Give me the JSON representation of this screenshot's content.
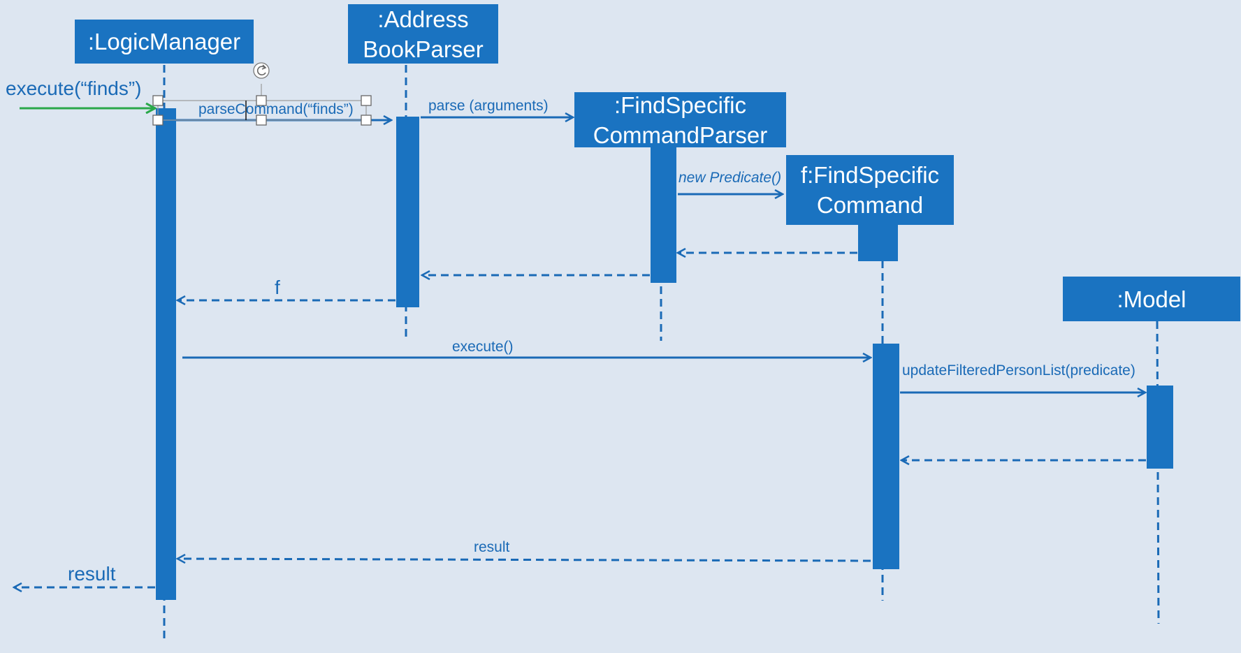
{
  "colors": {
    "background": "#dde6f1",
    "actor_fill": "#1a73c1",
    "actor_text": "#ffffff",
    "line": "#1a6ab6",
    "found_message": "#2aa84a",
    "selection_handle": "#888888"
  },
  "participants": {
    "logic_manager": ":LogicManager",
    "address_book_parser": ":Address\nBookParser",
    "find_specific_command_parser": ":FindSpecific\nCommandParser",
    "find_specific_command": "f:FindSpecific\nCommand",
    "model": ":Model"
  },
  "messages": {
    "execute_finds": "execute(“finds”)",
    "parse_command": "parseCommand(“finds”)",
    "parse_arguments": "parse (arguments)",
    "new_predicate": "new Predicate()",
    "return_f": "f",
    "execute": "execute()",
    "update_filtered": "updateFilteredPersonList(predicate)",
    "return_result": "result",
    "final_result": "result"
  },
  "selection": {
    "rotate_icon": "rotate-handle-icon"
  }
}
